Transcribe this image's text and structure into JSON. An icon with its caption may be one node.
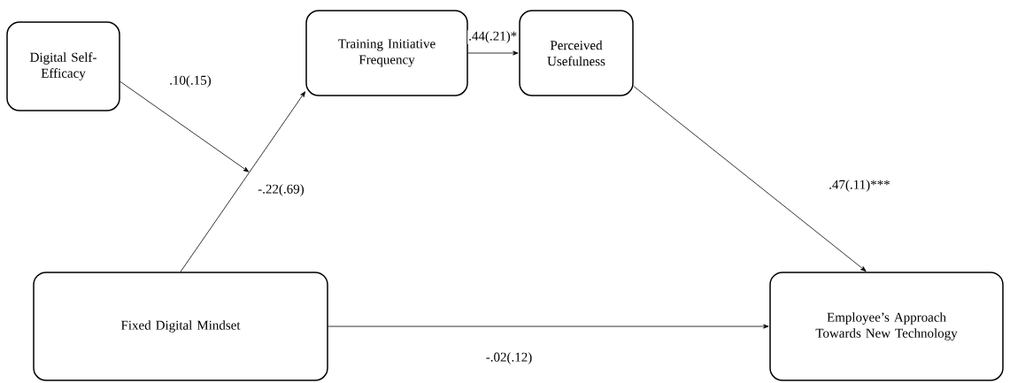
{
  "diagram": {
    "nodes": [
      {
        "text": [
          "Digital Self-Efficacy"
        ]
      },
      {
        "text": [
          "Training Initiative Frequency"
        ]
      },
      {
        "text": [
          "Perceived Usefulness"
        ]
      },
      {
        "text": [
          "Fixed Digital Mindset"
        ]
      },
      {
        "text": [
          "Employee’s Approach Towards New Technology"
        ]
      }
    ],
    "edges": [
      {
        "from": 3,
        "to": 1,
        "arrow": "to",
        "label": "-.22(.69)"
      },
      {
        "from": 0,
        "to": null,
        "arrow": "to",
        "label": ".10(.15)"
      },
      {
        "from": 1,
        "to": 2,
        "arrow": "to",
        "label": ".44(.21)*"
      },
      {
        "from": 2,
        "to": 4,
        "arrow": "to",
        "label": ".47(.11)***"
      },
      {
        "from": 3,
        "to": 4,
        "arrow": "to",
        "label": "-.02(.12)"
      }
    ]
  }
}
